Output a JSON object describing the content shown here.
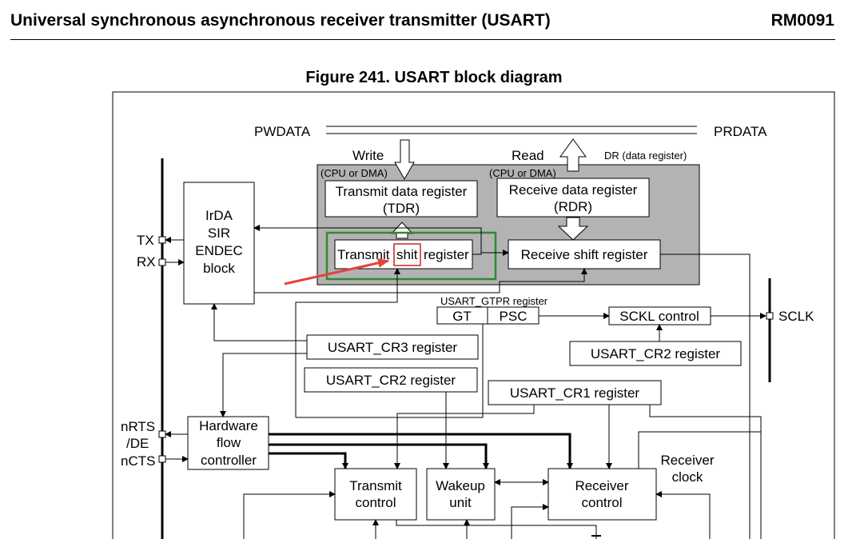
{
  "header": {
    "title": "Universal synchronous asynchronous receiver transmitter (USART)",
    "doc_id": "RM0091"
  },
  "figure": {
    "title": "Figure 241. USART block diagram"
  },
  "diagram": {
    "bus_left": "PWDATA",
    "bus_right": "PRDATA",
    "write": "Write",
    "read": "Read",
    "dr_label": "DR (data register)",
    "cpu_dma_tx": "(CPU or DMA)",
    "cpu_dma_rx": "(CPU or DMA)",
    "tdr_line1": "Transmit data register",
    "tdr_line2": "(TDR)",
    "rdr_line1": "Receive data register",
    "rdr_line2": "(RDR)",
    "tx_shift_a": "Transmit",
    "tx_shift_b": "shit",
    "tx_shift_c": "register",
    "rx_shift": "Receive shift register",
    "irda_1": "IrDA",
    "irda_2": "SIR",
    "irda_3": "ENDEC",
    "irda_4": "block",
    "tx": "TX",
    "rx": "RX",
    "gtpr": "USART_GTPR register",
    "gt": "GT",
    "psc": "PSC",
    "sckl": "SCKL control",
    "sclk": "SCLK",
    "cr3": "USART_CR3 register",
    "cr2_left": "USART_CR2 register",
    "cr2_right": "USART_CR2 register",
    "cr1": "USART_CR1 register",
    "nrts": "nRTS",
    "de": "/DE",
    "ncts": "nCTS",
    "hw_1": "Hardware",
    "hw_2": "flow",
    "hw_3": "controller",
    "tc_1": "Transmit",
    "tc_2": "control",
    "wu_1": "Wakeup",
    "wu_2": "unit",
    "rc_1": "Receiver",
    "rc_2": "control",
    "rclk_1": "Receiver",
    "rclk_2": "clock"
  },
  "colors": {
    "gray_block": "#b3b3b3",
    "highlight_green": "#2e8b2e",
    "highlight_red": "#cc2222",
    "arrow_red": "#e8413a"
  }
}
